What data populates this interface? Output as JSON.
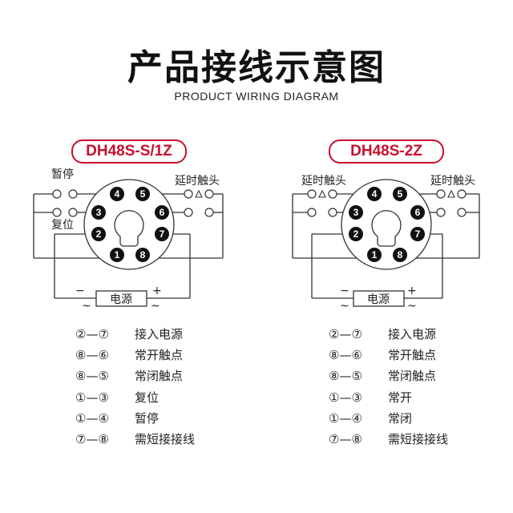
{
  "title": "产品接线示意图",
  "subtitle": "PRODUCT WIRING DIAGRAM",
  "diagrams": [
    {
      "model": "DH48S-S/1Z",
      "labels": {
        "pause": "暂停",
        "reset": "复位",
        "delay_contact": "延时触头",
        "power": "电源",
        "minus": "−",
        "plus": "+",
        "ac_left": "~",
        "ac_right": "~"
      },
      "pins": [
        "4",
        "5",
        "3",
        "6",
        "2",
        "7",
        "1",
        "8"
      ],
      "legend": [
        {
          "pins": "②—⑦",
          "desc": "接入电源"
        },
        {
          "pins": "⑧—⑥",
          "desc": "常开触点"
        },
        {
          "pins": "⑧—⑤",
          "desc": "常闭触点"
        },
        {
          "pins": "①—③",
          "desc": "复位"
        },
        {
          "pins": "①—④",
          "desc": "暂停"
        },
        {
          "pins": "⑦—⑧",
          "desc": "需短接接线"
        }
      ]
    },
    {
      "model": "DH48S-2Z",
      "labels": {
        "delay_contact_left": "延时触头",
        "delay_contact_right": "延时触头",
        "power": "电源",
        "minus": "−",
        "plus": "+",
        "ac_left": "~",
        "ac_right": "~"
      },
      "pins": [
        "4",
        "5",
        "3",
        "6",
        "2",
        "7",
        "1",
        "8"
      ],
      "legend": [
        {
          "pins": "②—⑦",
          "desc": "接入电源"
        },
        {
          "pins": "⑧—⑥",
          "desc": "常开触点"
        },
        {
          "pins": "⑧—⑤",
          "desc": "常闭触点"
        },
        {
          "pins": "①—③",
          "desc": "常开"
        },
        {
          "pins": "①—④",
          "desc": "常闭"
        },
        {
          "pins": "⑦—⑧",
          "desc": "需短接接线"
        }
      ]
    }
  ],
  "colors": {
    "accent": "#c8102e",
    "line": "#333333",
    "pin": "#111111"
  }
}
